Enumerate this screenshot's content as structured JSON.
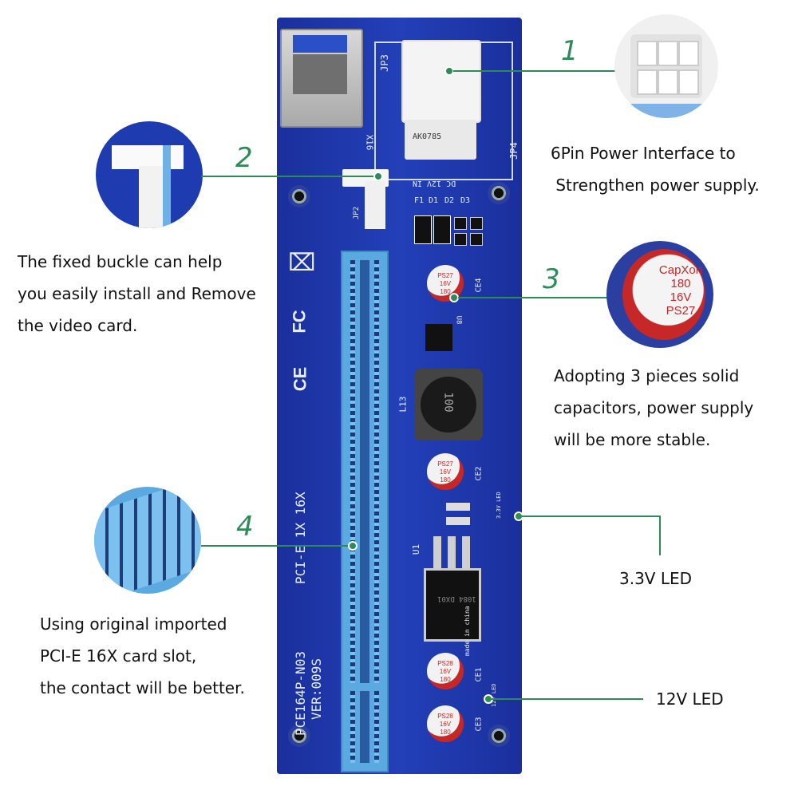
{
  "board": {
    "model": "PCE164P-N03",
    "version": "VER:009S",
    "slot_label": "PCI-E 1X 16X",
    "jp3": "JP3",
    "jp4": "JP4",
    "jp2": "JP2",
    "x16": "X16",
    "connector": "AK0785",
    "voltage_12v": "12V",
    "dc": "DC",
    "in": "IN",
    "f1": "F1",
    "d1": "D1",
    "d2": "D2",
    "d3": "D3",
    "ce4": "CE4",
    "ce2": "CE2",
    "ce1": "CE1",
    "ce3": "CE3",
    "l13": "L13",
    "u1": "U1",
    "u8": "U8",
    "inductor_mark": "100",
    "led_33": "3.3V LED",
    "led_12": "12V LED",
    "made": "made in china",
    "ic_mark": "1084 DX01"
  },
  "capacitor": {
    "brand": "CapXon",
    "value": "180",
    "volt": "16V",
    "code_a": "PS27",
    "code_b": "PS28"
  },
  "callouts": {
    "c1": {
      "number": "1",
      "lines": [
        "6Pin Power Interface to",
        " Strengthen power supply."
      ]
    },
    "c2": {
      "number": "2",
      "lines": [
        "The fixed buckle can help",
        "you easily install and Remove",
        "the video card."
      ]
    },
    "c3": {
      "number": "3",
      "lines": [
        "Adopting 3 pieces solid",
        "capacitors, power supply",
        "will be more stable."
      ]
    },
    "c4": {
      "number": "4",
      "lines": [
        "Using original imported",
        "PCI-E 16X card slot,",
        "the contact will be better."
      ]
    },
    "led33": {
      "label": "3.3V LED"
    },
    "led12": {
      "label": "12V LED"
    }
  },
  "colors": {
    "board": "#1c33a8",
    "slot": "#5aa9e0",
    "accent": "#2e8b57",
    "cap_red": "#c62828"
  }
}
